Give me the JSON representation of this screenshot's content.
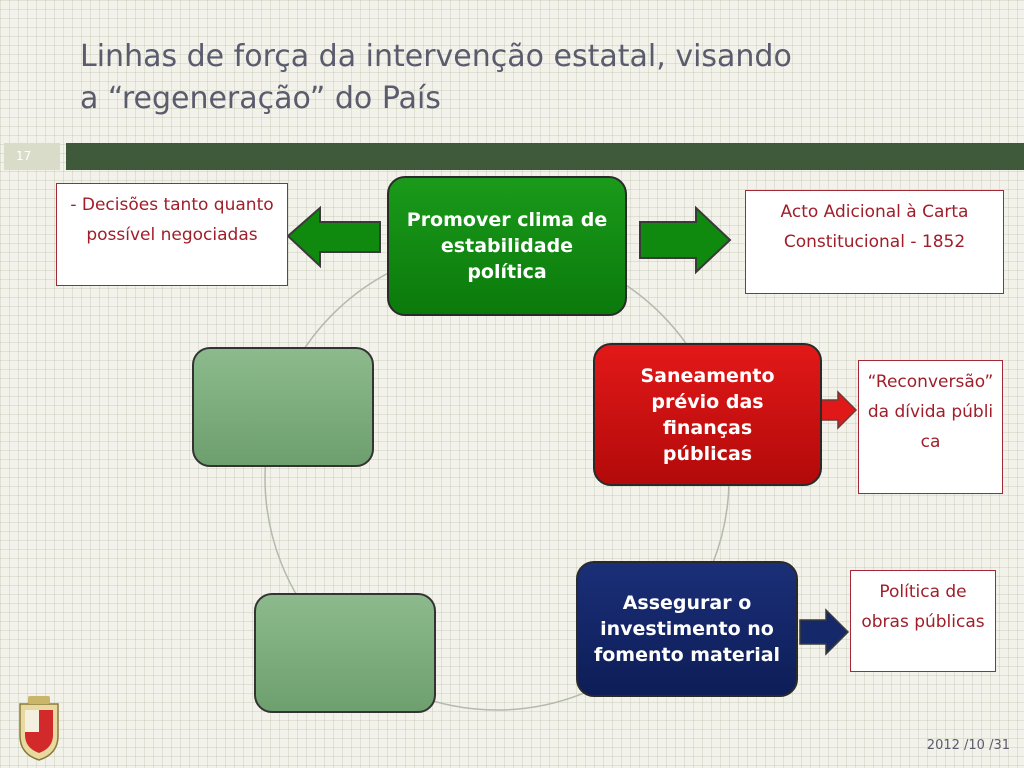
{
  "slide": {
    "title_line1": "Linhas de força da intervenção estatal, visando",
    "title_line2": "a “regeneração” do País",
    "number": "17",
    "date": "2012 /10 /31"
  },
  "nodes": {
    "stability": "Promover clima de estabilidade política",
    "finances": "Saneamento prévio das finanças públicas",
    "investment": "Assegurar o investimento no fomento material"
  },
  "boxes": {
    "decisions": "- Decisões tanto quanto possível negociadas",
    "acto": "Acto Adicional à Carta Constitucional - 1852",
    "reconversao": "“Reconversão” da dívida pública",
    "obras": "Política de obras públicas"
  },
  "colors": {
    "accent_green": "#0b7a0b",
    "accent_red": "#b30a0a",
    "accent_navy": "#0d1d57",
    "band": "#3f5a3b",
    "box_text": "#a01e2a"
  },
  "icons": {
    "arrow_left": "arrow-left-icon",
    "arrow_right": "arrow-right-icon",
    "logo": "crest-logo-icon"
  }
}
